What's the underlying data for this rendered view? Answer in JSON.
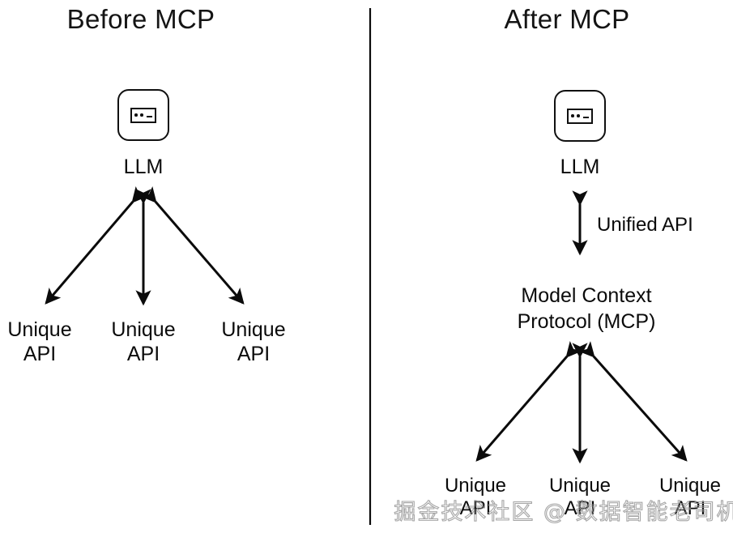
{
  "diagram": {
    "title_left": "Before MCP",
    "title_right": "After MCP",
    "divider": "vertical-divider"
  },
  "left_panel": {
    "title": "Before MCP",
    "llm": {
      "label": "LLM",
      "icon": "llm-chip-icon"
    },
    "endpoints": [
      {
        "line1": "Unique",
        "line2": "API"
      },
      {
        "line1": "Unique",
        "line2": "API"
      },
      {
        "line1": "Unique",
        "line2": "API"
      }
    ]
  },
  "right_panel": {
    "title": "After MCP",
    "llm": {
      "label": "LLM",
      "icon": "llm-chip-icon"
    },
    "edge_label": "Unified API",
    "mcp": {
      "line1": "Model Context",
      "line2": "Protocol (MCP)"
    },
    "endpoints": [
      {
        "line1": "Unique",
        "line2": "API"
      },
      {
        "line1": "Unique",
        "line2": "API"
      },
      {
        "line1": "Unique",
        "line2": "API"
      }
    ]
  },
  "watermark": {
    "text": "掘金技术社区 @ 数据智能老司机"
  },
  "colors": {
    "ink": "#101010",
    "background": "#ffffff",
    "watermark": "#969696"
  }
}
